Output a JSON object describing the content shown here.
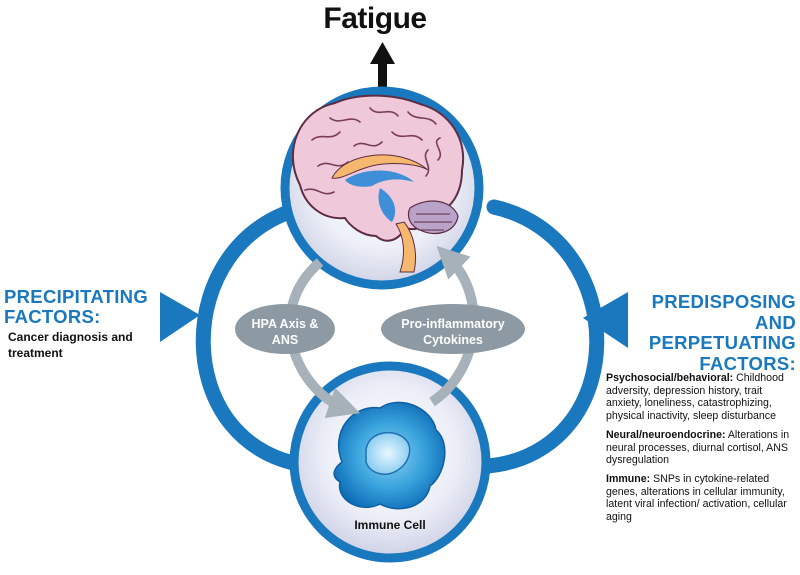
{
  "title": "Fatigue",
  "left": {
    "heading": [
      "PRECIPITATING",
      "FACTORS:"
    ],
    "description": "Cancer diagnosis and treatment"
  },
  "right": {
    "heading": [
      "PREDISPOSING",
      "AND",
      "PERPETUATING",
      "FACTORS:"
    ],
    "factors": [
      {
        "label": "Psychosocial/behavioral:",
        "text": "Childhood adversity, depression history, trait anxiety, loneliness, catastrophizing, physical inactivity, sleep disturbance"
      },
      {
        "label": "Neural/neuroendocrine:",
        "text": "Alterations in neural processes, diurnal cortisol, ANS dysregulation"
      },
      {
        "label": "Immune:",
        "text": "SNPs in cytokine-related genes, alterations in cellular immunity, latent viral infection/ activation, cellular aging"
      }
    ]
  },
  "pathways": {
    "down": "HPA Axis & ANS",
    "up": "Pro-inflammatory Cytokines"
  },
  "cell_label": "Immune Cell",
  "colors": {
    "blue": "#1a78bf",
    "arrow_gray": "#a7b1b9",
    "oval_gray": "#8d9aa3",
    "brain_pink": "#efc9d9",
    "brain_blue": "#3f8fd8",
    "brain_orange": "#f6b86e",
    "cell_blue": "#1a85cc"
  },
  "icons": [
    "brain-illustration",
    "immune-cell-illustration",
    "up-arrow-icon"
  ]
}
